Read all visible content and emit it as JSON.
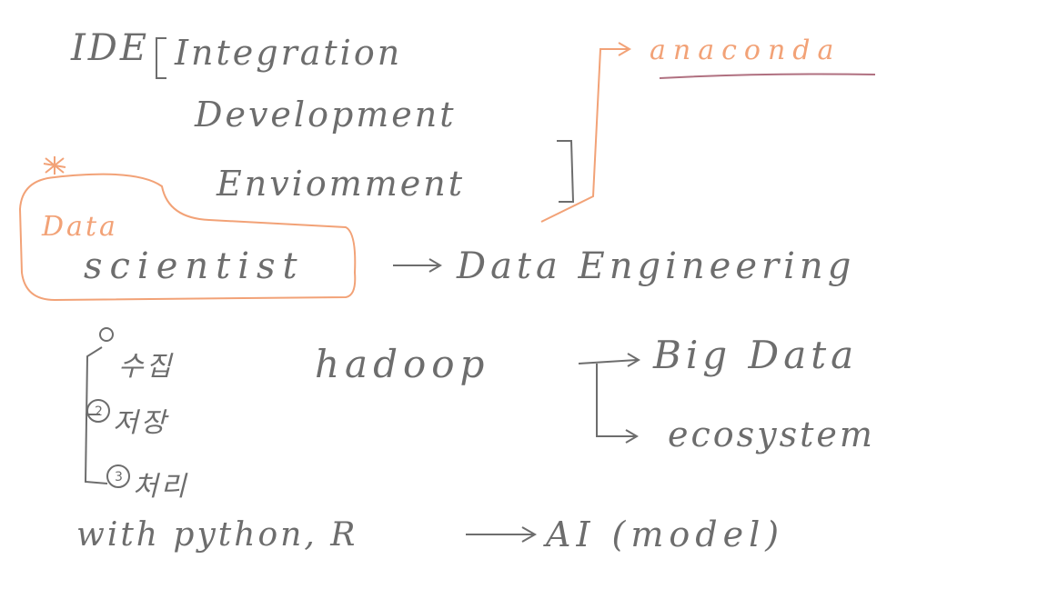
{
  "note": {
    "ide_abbr": "IDE",
    "ide_line1": "Integration",
    "ide_line2": "Development",
    "ide_line3": "Enviomment",
    "anaconda": "anaconda",
    "data_label": "Data",
    "scientist": "scientist",
    "data_engineering": "Data Engineering",
    "step1": "수집",
    "step2": "저장",
    "step3": "처리",
    "hadoop": "hadoop",
    "big_data": "Big Data",
    "ecosystem": "ecosystem",
    "with_python_r": "with python, R",
    "ai_model": "AI (model)"
  },
  "colors": {
    "ink": "#6d6d6d",
    "highlight": "#f2a277",
    "underline": "#b07080"
  }
}
